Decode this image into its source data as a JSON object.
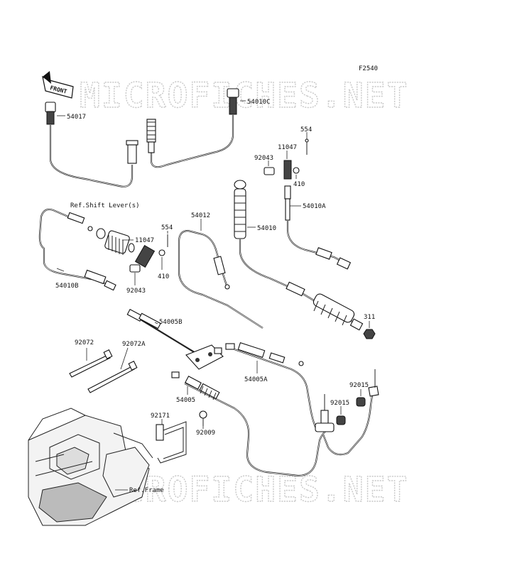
{
  "figure_code": "F2540",
  "front_label": "FRONT",
  "watermark": "MICROFICHES.NET",
  "parts": {
    "p54017": "54017",
    "p54010C": "54010C",
    "p554a": "554",
    "p11047a": "11047",
    "p92043a": "92043",
    "p410a": "410",
    "p54010A": "54010A",
    "ref_shift": "Ref.Shift Lever(s)",
    "p54012": "54012",
    "p554b": "554",
    "p11047b": "11047",
    "p54010": "54010",
    "p410b": "410",
    "p54010B": "54010B",
    "p92043b": "92043",
    "p311": "311",
    "p54005B": "54005B",
    "p92072": "92072",
    "p92072A": "92072A",
    "p54005A": "54005A",
    "p92015a": "92015",
    "p92015b": "92015",
    "p54005": "54005",
    "p92171": "92171",
    "p92009": "92009",
    "ref_frame": "Ref.Frame"
  }
}
